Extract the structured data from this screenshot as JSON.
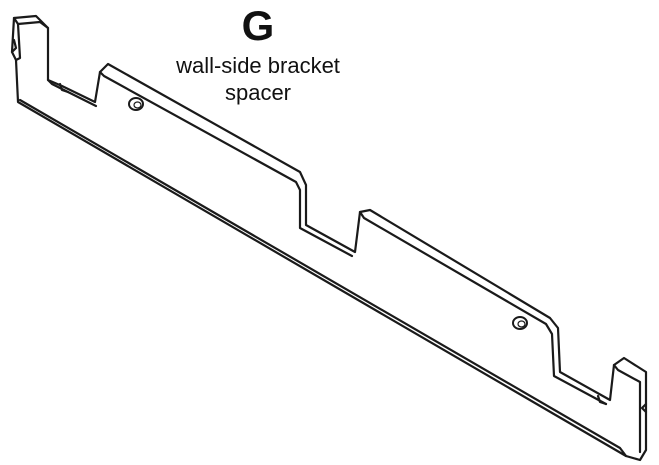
{
  "part": {
    "letter": "G",
    "name_line1": "wall-side bracket",
    "name_line2": "spacer"
  },
  "drawing": {
    "subject": "bracket-spacer-line-drawing",
    "stroke_color": "#1a1a1a",
    "fill_color": "#ffffff"
  }
}
